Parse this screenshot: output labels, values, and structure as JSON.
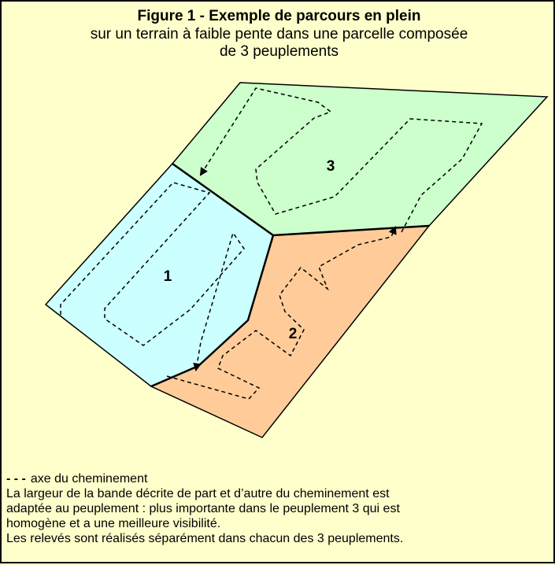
{
  "title": "Figure 1 - Exemple de parcours en plein",
  "subtitle_line1": "sur un terrain à faible pente dans une parcelle composée",
  "subtitle_line2": "de 3 peuplements",
  "stands": {
    "stand1": {
      "label": "1",
      "fill": "#ccffff"
    },
    "stand2": {
      "label": "2",
      "fill": "#ffcc99"
    },
    "stand3": {
      "label": "3",
      "fill": "#ccffcc"
    }
  },
  "legend": {
    "dash_symbol": "- - -",
    "dash_text": "axe du cheminement",
    "paragraph_line1": "La largeur de la bande décrite de part et d’autre du cheminement est",
    "paragraph_line2": "adaptée au peuplement : plus importante dans le peuplement 3 qui est",
    "paragraph_line3": "homogène et a une meilleure visibilité.",
    "paragraph_line4": "Les relevés sont réalisés séparément dans chacun des 3 peuplements."
  },
  "colors": {
    "background": "#ffffcc",
    "border": "#000000"
  }
}
